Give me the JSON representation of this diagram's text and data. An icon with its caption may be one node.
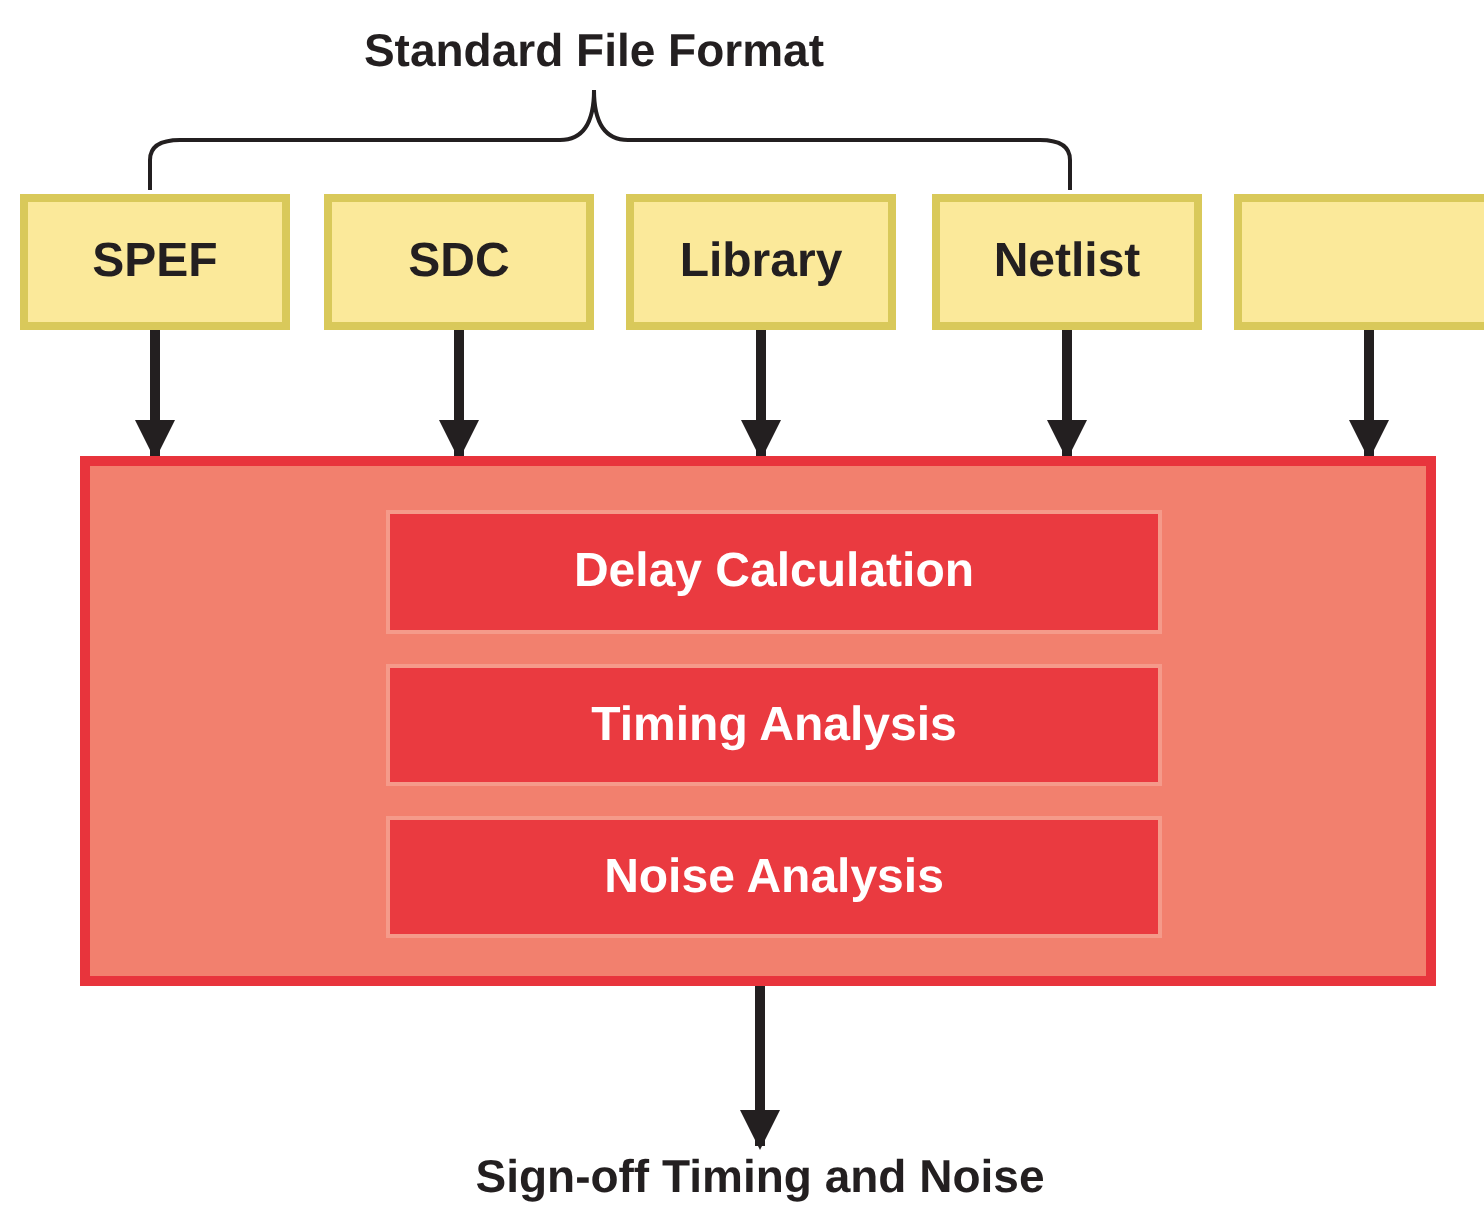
{
  "diagram": {
    "nodes": [
      {
        "text": [
          "SPEF"
        ]
      },
      {
        "text": [
          "SDC"
        ]
      },
      {
        "text": [
          "Library"
        ]
      },
      {
        "text": [
          "Netlist"
        ]
      },
      {
        "text": [],
        "shape": "box"
      },
      {
        "text": [],
        "shape": "box"
      },
      {
        "text": [
          "Delay Calculation"
        ],
        "in": 5
      },
      {
        "text": [
          "Timing Analysis"
        ],
        "in": 5
      },
      {
        "text": [
          "Noise Analysis"
        ],
        "in": 5
      },
      {
        "text": [
          "Sign-off Timing and Noise"
        ]
      }
    ],
    "edges": [
      {
        "from": 0,
        "to": 5,
        "arrow": "to"
      },
      {
        "from": 1,
        "to": 5,
        "arrow": "to"
      },
      {
        "from": 2,
        "to": 5,
        "arrow": "to"
      },
      {
        "from": 3,
        "to": 5,
        "arrow": "to"
      },
      {
        "from": 4,
        "to": 5,
        "arrow": "to"
      },
      {
        "from": 5,
        "to": 9,
        "arrow": "to"
      }
    ],
    "labels": [
      "Standard File Format"
    ]
  }
}
